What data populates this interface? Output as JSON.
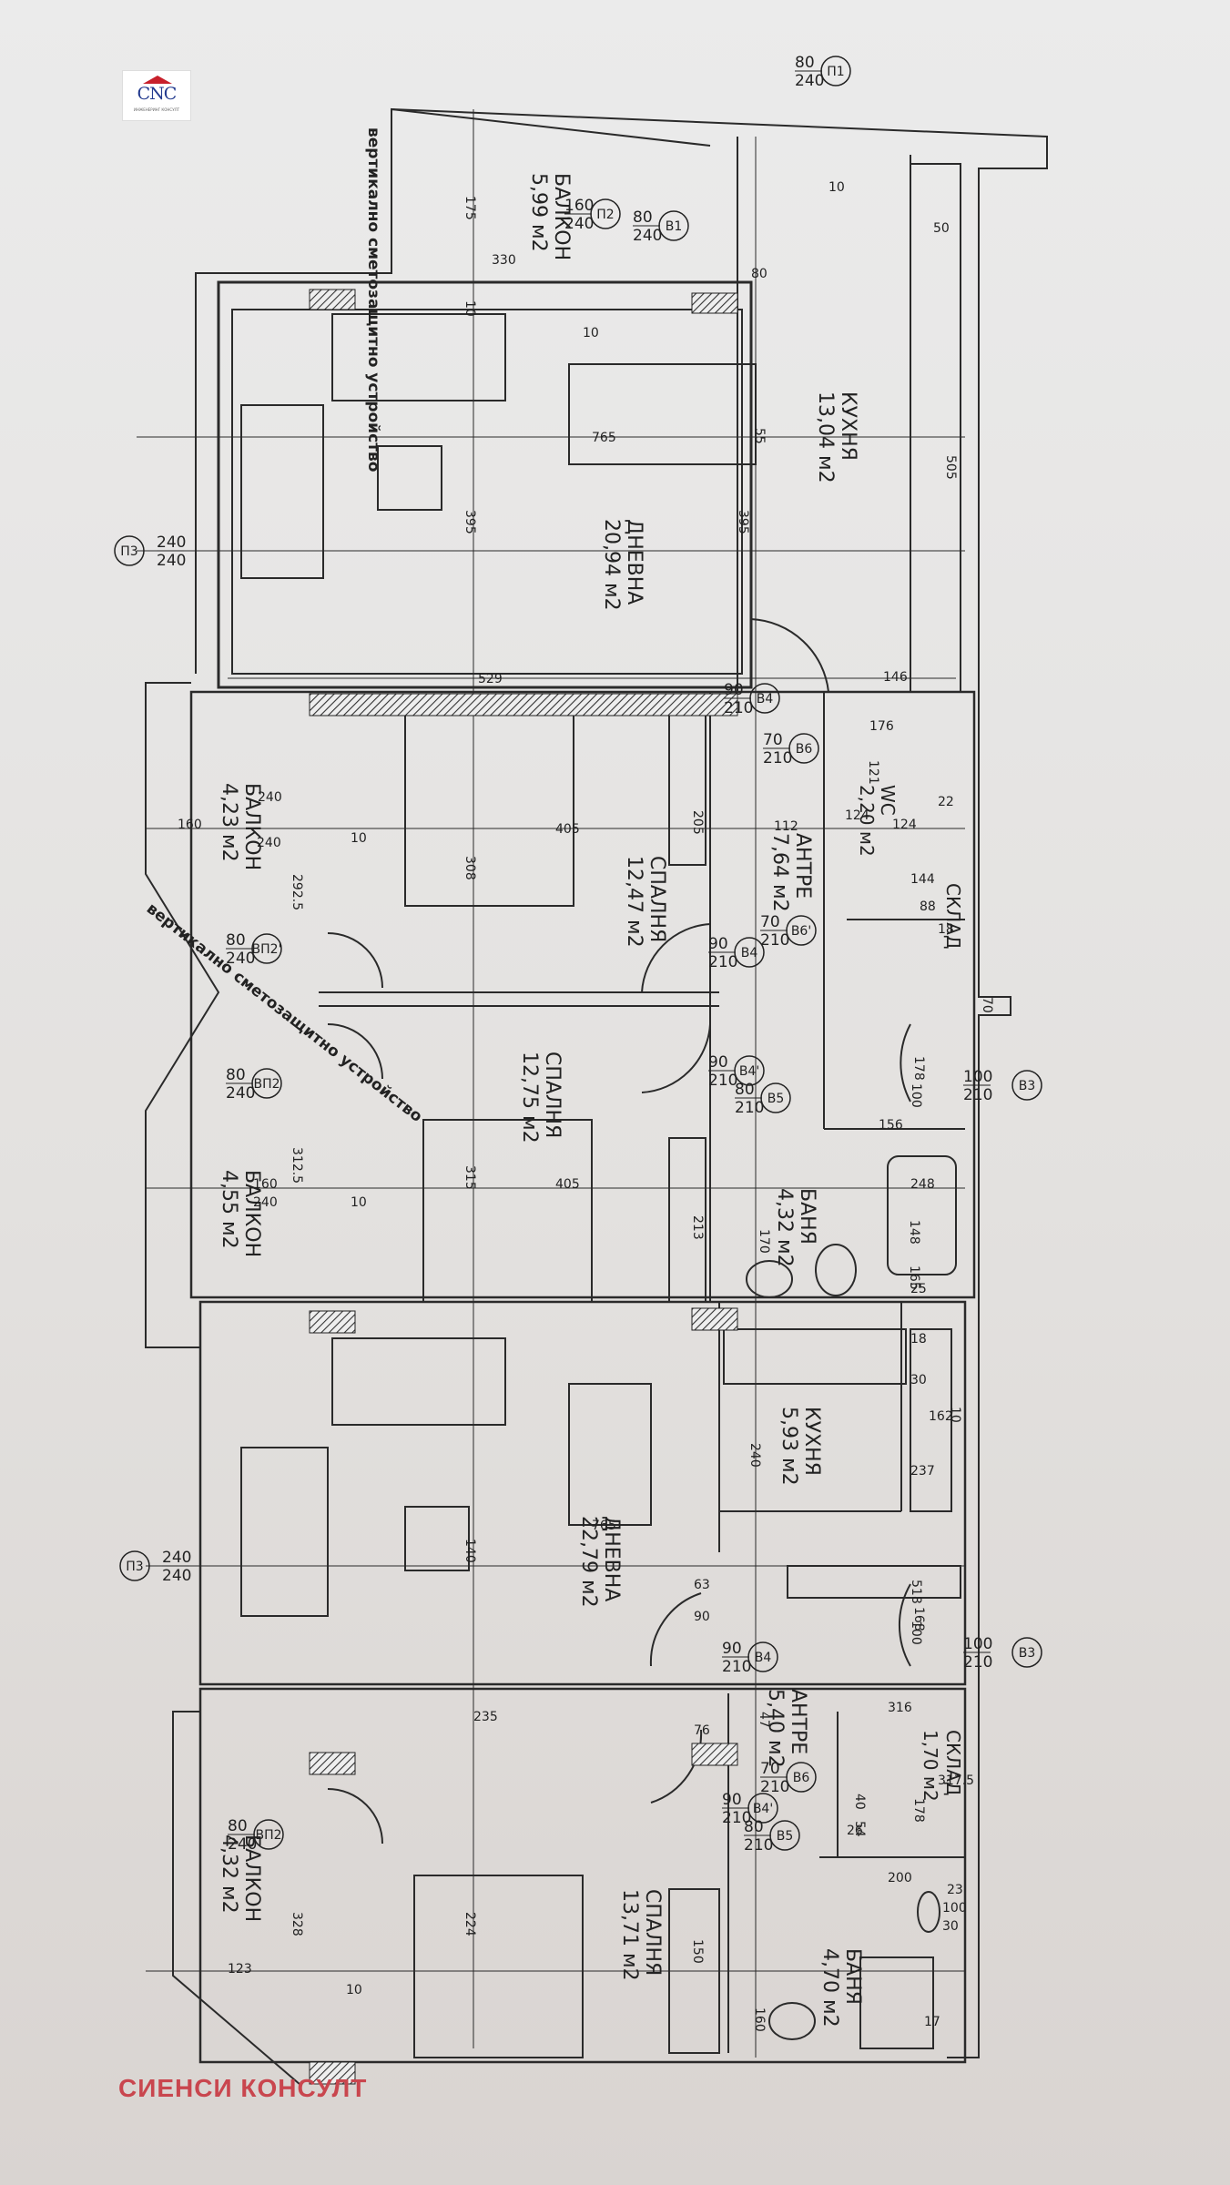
{
  "logo": {
    "text": "CNC",
    "subtitle": "ИНЖЕНЕРИНГ КОНСУЛТ"
  },
  "footer": {
    "company": "СИЕНСИ КОНСУЛТ"
  },
  "rooms": [
    {
      "name": "БАЛКОН",
      "area": "5,99 м2"
    },
    {
      "name": "КУХНЯ",
      "area": "13,04 м2"
    },
    {
      "name": "ДНЕВНА",
      "area": "20,94 м2"
    },
    {
      "name": "БАЛКОН",
      "area": "4,23 м2"
    },
    {
      "name": "СПАЛНЯ",
      "area": "12,47 м2"
    },
    {
      "name": "АНТРЕ",
      "area": "7,64 м2"
    },
    {
      "name": "WC",
      "area": "2,20 м2"
    },
    {
      "name": "СКЛАД",
      "area": ""
    },
    {
      "name": "СПАЛНЯ",
      "area": "12,75 м2"
    },
    {
      "name": "БАЛКОН",
      "area": "4,55 м2"
    },
    {
      "name": "БАНЯ",
      "area": "4,32 м2"
    },
    {
      "name": "КУХНЯ",
      "area": "5,93 м2"
    },
    {
      "name": "ДНЕВНА",
      "area": "22,79 м2"
    },
    {
      "name": "АНТРЕ",
      "area": "5,40 м2"
    },
    {
      "name": "СКЛАД",
      "area": "1,70 м2"
    },
    {
      "name": "БАЛКОН",
      "area": "4,32 м2"
    },
    {
      "name": "СПАЛНЯ",
      "area": "13,71 м2"
    },
    {
      "name": "БАНЯ",
      "area": "4,70 м2"
    }
  ],
  "tags": [
    {
      "label": "П1",
      "top": "80",
      "bottom": "240"
    },
    {
      "label": "П2",
      "top": "160",
      "bottom": "240"
    },
    {
      "label": "В1",
      "top": "80",
      "bottom": "240"
    },
    {
      "label": "П3",
      "top": "240",
      "bottom": "240"
    },
    {
      "label": "В4",
      "top": "90",
      "bottom": "210"
    },
    {
      "label": "В6",
      "top": "70",
      "bottom": "210"
    },
    {
      "label": "В6'",
      "top": "70",
      "bottom": "210"
    },
    {
      "label": "ВП2'",
      "top": "80",
      "bottom": "240"
    },
    {
      "label": "В4",
      "top": "90",
      "bottom": "210"
    },
    {
      "label": "В4'",
      "top": "90",
      "bottom": "210"
    },
    {
      "label": "ВП2",
      "top": "80",
      "bottom": "240"
    },
    {
      "label": "В5",
      "top": "80",
      "bottom": "210"
    },
    {
      "label": "В3",
      "top": "100",
      "bottom": "210"
    },
    {
      "label": "П3",
      "top": "240",
      "bottom": "240"
    },
    {
      "label": "В4",
      "top": "90",
      "bottom": "210"
    },
    {
      "label": "В3",
      "top": "100",
      "bottom": "210"
    },
    {
      "label": "В6",
      "top": "70",
      "bottom": "210"
    },
    {
      "label": "В4'",
      "top": "90",
      "bottom": "210"
    },
    {
      "label": "ВП2",
      "top": "80",
      "bottom": "240"
    },
    {
      "label": "В5",
      "top": "80",
      "bottom": "210"
    }
  ],
  "dimensions": [
    "175",
    "330",
    "10",
    "395",
    "395",
    "765",
    "55",
    "10",
    "529",
    "146",
    "505",
    "50",
    "160",
    "240",
    "405",
    "292.5",
    "10",
    "308",
    "205",
    "112",
    "124",
    "176",
    "121",
    "22",
    "124",
    "144",
    "88",
    "18",
    "70",
    "178",
    "100",
    "156",
    "312.5",
    "160",
    "240",
    "405",
    "10",
    "315",
    "213",
    "170",
    "248",
    "148",
    "165",
    "25",
    "240",
    "140",
    "765",
    "63",
    "90",
    "168",
    "100",
    "178",
    "18",
    "30",
    "162",
    "237",
    "518",
    "235",
    "316",
    "47",
    "76",
    "40",
    "317.5",
    "328",
    "224",
    "150",
    "123",
    "200",
    "160",
    "100",
    "17",
    "54",
    "26",
    "23",
    "30",
    "80",
    "10",
    "240",
    "10",
    "10"
  ],
  "notes": {
    "vertical_device": "вертикално сметозащитно устройство",
    "vertical_device_2": "вертикално сметозащитно устройство"
  },
  "colors": {
    "line": "#2a2a2a",
    "hatch": "#3a3a3a",
    "paper": "#e6e4e2",
    "accent": "#c9464e"
  }
}
